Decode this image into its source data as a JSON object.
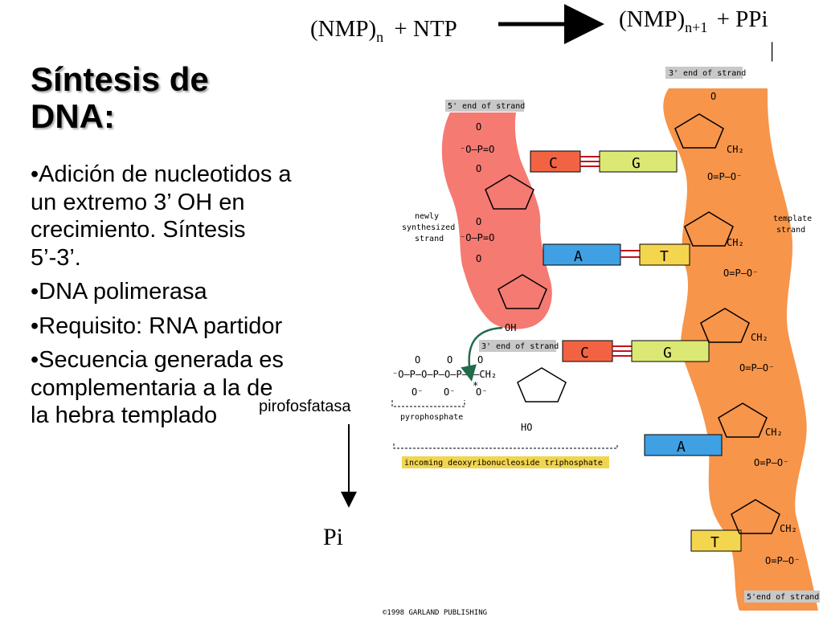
{
  "slide": {
    "title_line1": "Síntesis de",
    "title_line2": "DNA:",
    "bullets": [
      "•Adición de nucleotidos a un extremo 3’ OH en crecimiento. Síntesis 5’-3’.",
      "•DNA polimerasa",
      "•Requisito: RNA partidor",
      "•Secuencia generada es complementaria a la  de la hebra templado"
    ]
  },
  "equation": {
    "left_base": "(NMP)",
    "left_sub": "n",
    "plus_ntp": "+ NTP",
    "right_base": "(NMP)",
    "right_sub": "n+1",
    "plus_ppi": "+ PPi",
    "bar": "|"
  },
  "enzyme_label": "pirofosfatasa",
  "product_label": "Pi",
  "figure": {
    "label_3end_top": "3' end of strand",
    "label_5end_new": "5' end of strand",
    "label_3end_new": "3' end of strand",
    "label_5end_bottom": "5'end of strand",
    "newly_line1": "newly",
    "newly_line2": "synthesized",
    "newly_line3": "strand",
    "template_line1": "template",
    "template_line2": "strand",
    "pyrophosphate": "pyrophosphate",
    "incoming": "incoming deoxyribonucleoside triphosphate",
    "copyright": "©1998 GARLAND PUBLISHING",
    "bases_left": [
      "C",
      "A",
      "C"
    ],
    "bases_right": [
      "G",
      "T",
      "G"
    ],
    "bases_template_only": [
      "A",
      "T"
    ],
    "colors": {
      "new_strand": "#f47a72",
      "template_strand": "#f7954a",
      "C_box": "#f26344",
      "G_box": "#dbe873",
      "A_box": "#3fa0e3",
      "T_box": "#f4d54e",
      "label_bg": "#c8c8c8",
      "incoming_bg": "#f2d54e",
      "arrow_green": "#1f6b4a"
    }
  }
}
